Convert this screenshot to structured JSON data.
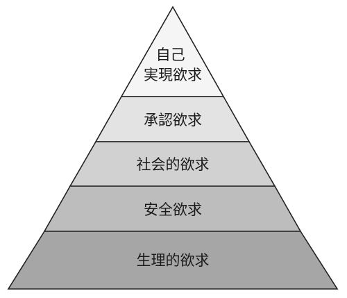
{
  "diagram": {
    "tiers": [
      {
        "label_lines": [
          "自己",
          "実現欲求"
        ],
        "fill": "#f5f5f5"
      },
      {
        "label_lines": [
          "承認欲求"
        ],
        "fill": "#e3e3e3"
      },
      {
        "label_lines": [
          "社会的欲求"
        ],
        "fill": "#d1d1d1"
      },
      {
        "label_lines": [
          "安全欲求"
        ],
        "fill": "#bdbdbd"
      },
      {
        "label_lines": [
          "生理的欲求"
        ],
        "fill": "#a6a6a6"
      }
    ],
    "outline_color": "#222222"
  }
}
